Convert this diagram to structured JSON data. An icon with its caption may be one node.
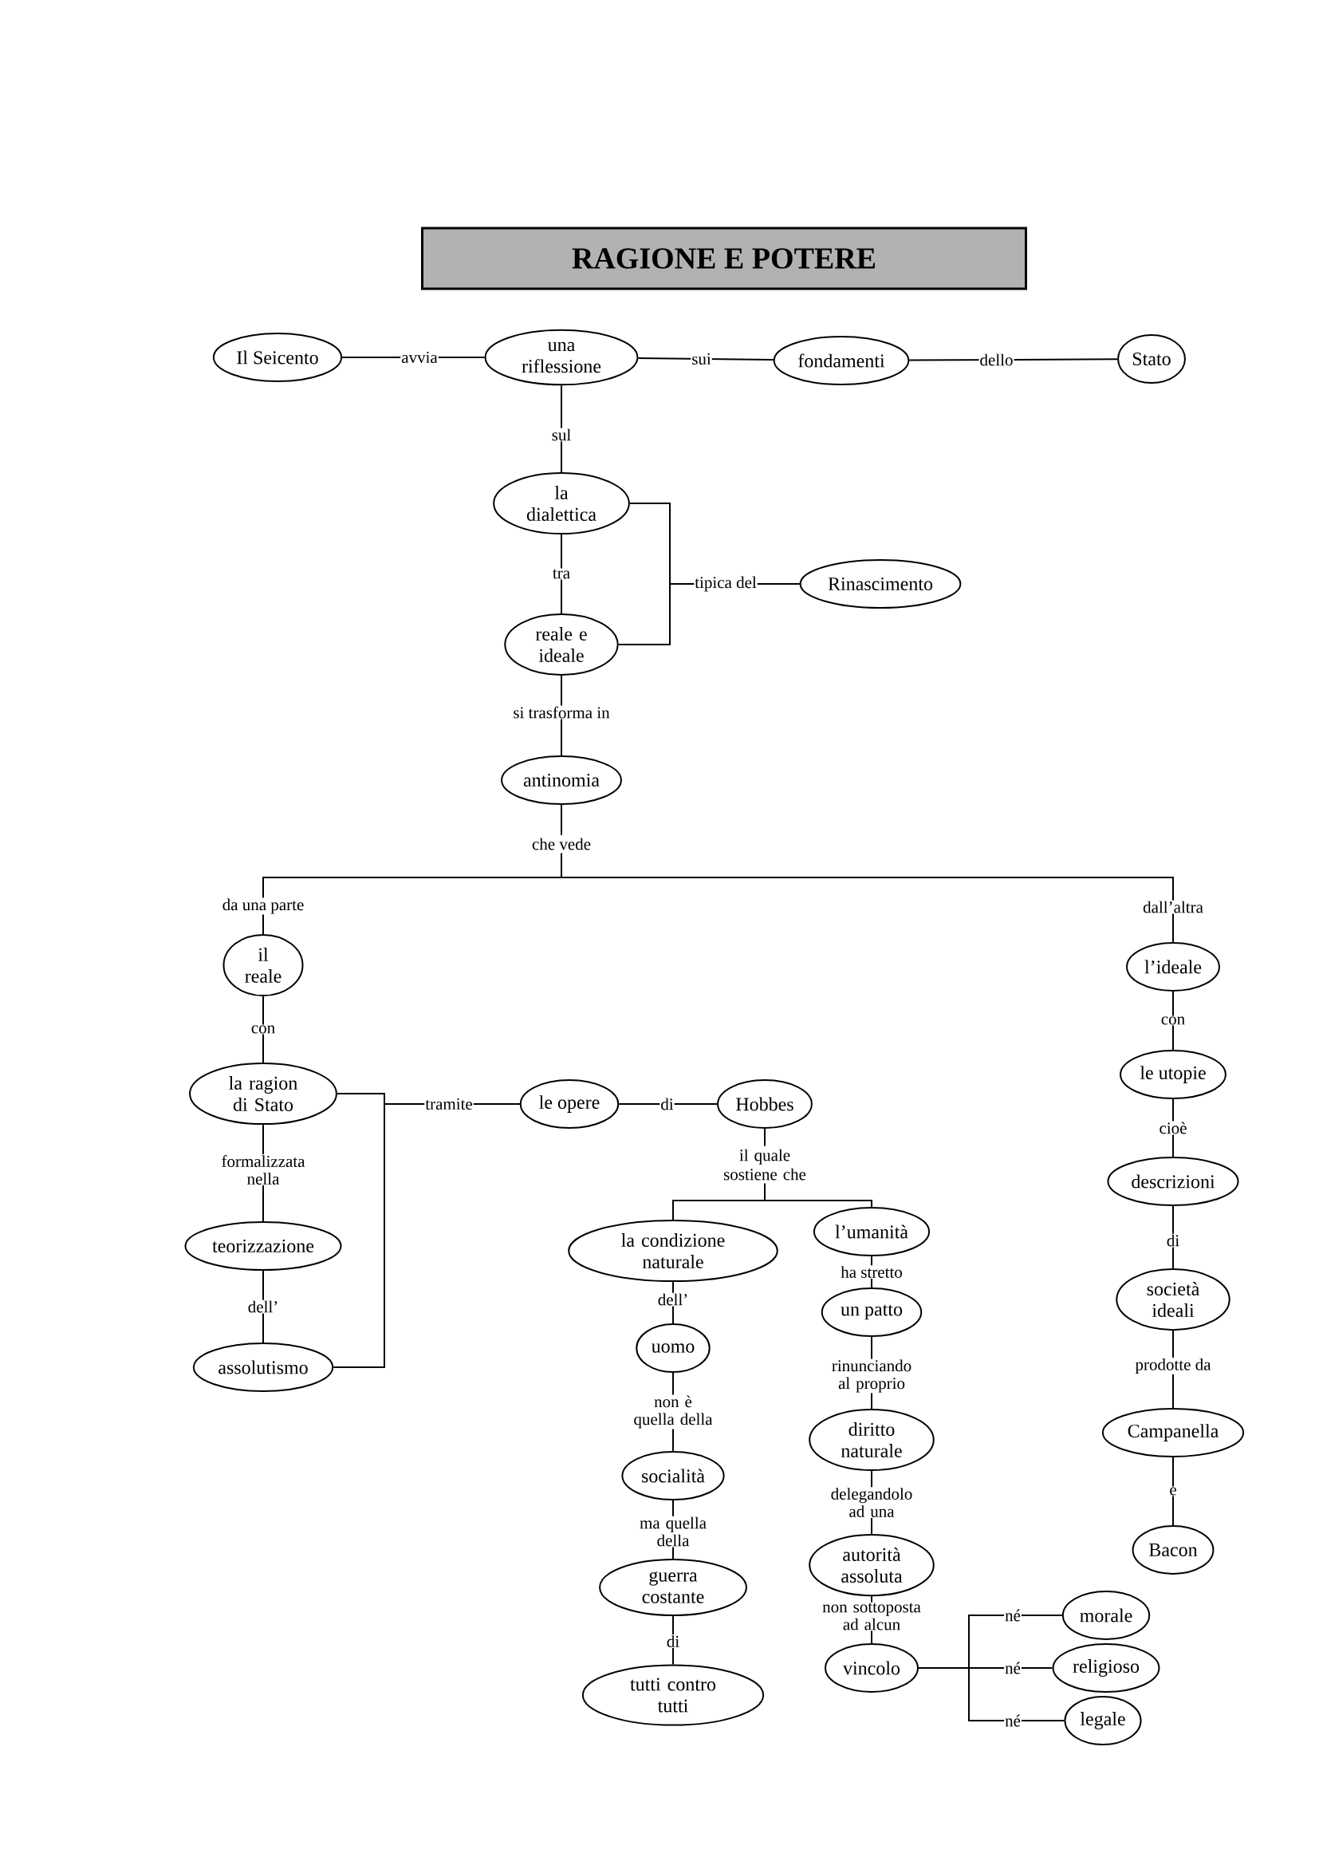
{
  "diagram": {
    "title": "RAGIONE E POTERE",
    "nodes": [
      {
        "text": [
          "Il Seicento"
        ]
      },
      {
        "text": [
          "una riflessione"
        ]
      },
      {
        "text": [
          "fondamenti"
        ]
      },
      {
        "text": [
          "Stato"
        ]
      },
      {
        "text": [
          "la dialettica"
        ]
      },
      {
        "text": [
          "reale e ideale"
        ]
      },
      {
        "text": [
          "Rinascimento"
        ]
      },
      {
        "text": [
          "antinomia"
        ]
      },
      {
        "text": [
          "il reale"
        ]
      },
      {
        "text": [
          "l’ideale"
        ]
      },
      {
        "text": [
          "la ragion di Stato"
        ]
      },
      {
        "text": [
          "teorizzazione"
        ]
      },
      {
        "text": [
          "assolutismo"
        ]
      },
      {
        "text": [
          "le opere"
        ]
      },
      {
        "text": [
          "Hobbes"
        ]
      },
      {
        "text": [
          "la condizione naturale"
        ]
      },
      {
        "text": [
          "l’umanità"
        ]
      },
      {
        "text": [
          "uomo"
        ]
      },
      {
        "text": [
          "socialità"
        ]
      },
      {
        "text": [
          "guerra costante"
        ]
      },
      {
        "text": [
          "tutti contro tutti"
        ]
      },
      {
        "text": [
          "un patto"
        ]
      },
      {
        "text": [
          "diritto naturale"
        ]
      },
      {
        "text": [
          "autorità assoluta"
        ]
      },
      {
        "text": [
          "vincolo"
        ]
      },
      {
        "text": [
          "morale"
        ]
      },
      {
        "text": [
          "religioso"
        ]
      },
      {
        "text": [
          "legale"
        ]
      },
      {
        "text": [
          "le utopie"
        ]
      },
      {
        "text": [
          "descrizioni"
        ]
      },
      {
        "text": [
          "società ideali"
        ]
      },
      {
        "text": [
          "Campanella"
        ]
      },
      {
        "text": [
          "Bacon"
        ]
      }
    ],
    "edges": [
      {
        "from": 0,
        "to": 1,
        "arrow": "none",
        "label": "avvia"
      },
      {
        "from": 1,
        "to": 2,
        "arrow": "none",
        "label": "sui"
      },
      {
        "from": 2,
        "to": 3,
        "arrow": "none",
        "label": "dello"
      },
      {
        "from": 1,
        "to": 4,
        "arrow": "none",
        "label": "sul"
      },
      {
        "from": 4,
        "to": 5,
        "arrow": "none",
        "label": "tra"
      },
      {
        "from": 4,
        "to": 6,
        "arrow": "none",
        "label": "tipica del"
      },
      {
        "from": 5,
        "to": 6,
        "arrow": "none"
      },
      {
        "from": 5,
        "to": 7,
        "arrow": "none",
        "label": "si trasforma in"
      },
      {
        "from": 7,
        "to": 8,
        "arrow": "none",
        "label": "da una parte"
      },
      {
        "from": 7,
        "to": 9,
        "arrow": "none",
        "label": "dall’altra"
      },
      {
        "from": 8,
        "to": 10,
        "arrow": "none",
        "label": "con"
      },
      {
        "from": 10,
        "to": 11,
        "arrow": "none",
        "label": "formalizzata nella"
      },
      {
        "from": 11,
        "to": 12,
        "arrow": "none",
        "label": "dell’"
      },
      {
        "from": 10,
        "to": 13,
        "arrow": "none",
        "label": "tramite"
      },
      {
        "from": 12,
        "to": 13,
        "arrow": "none"
      },
      {
        "from": 13,
        "to": 14,
        "arrow": "none",
        "label": "di"
      },
      {
        "from": 14,
        "to": 15,
        "arrow": "none"
      },
      {
        "from": 14,
        "to": 16,
        "arrow": "none"
      },
      {
        "from": 15,
        "to": 17,
        "arrow": "none",
        "label": "dell’"
      },
      {
        "from": 17,
        "to": 18,
        "arrow": "none",
        "label": "non è quella della"
      },
      {
        "from": 18,
        "to": 19,
        "arrow": "none",
        "label": "ma quella della"
      },
      {
        "from": 19,
        "to": 20,
        "arrow": "none",
        "label": "di"
      },
      {
        "from": 16,
        "to": 21,
        "arrow": "none",
        "label": "ha stretto"
      },
      {
        "from": 21,
        "to": 22,
        "arrow": "none",
        "label": "rinunciando al proprio"
      },
      {
        "from": 22,
        "to": 23,
        "arrow": "none",
        "label": "delegandolo ad una"
      },
      {
        "from": 23,
        "to": 24,
        "arrow": "none",
        "label": "non sottoposta ad alcun"
      },
      {
        "from": 24,
        "to": 25,
        "arrow": "none",
        "label": "né"
      },
      {
        "from": 24,
        "to": 26,
        "arrow": "none",
        "label": "né"
      },
      {
        "from": 24,
        "to": 27,
        "arrow": "none",
        "label": "né"
      },
      {
        "from": 9,
        "to": 28,
        "arrow": "none",
        "label": "con"
      },
      {
        "from": 28,
        "to": 29,
        "arrow": "none",
        "label": "cioè"
      },
      {
        "from": 29,
        "to": 30,
        "arrow": "none",
        "label": "di"
      },
      {
        "from": 30,
        "to": 31,
        "arrow": "none",
        "label": "prodotte da"
      },
      {
        "from": 31,
        "to": 32,
        "arrow": "none",
        "label": "e"
      }
    ],
    "labels": [
      "che vede",
      "il quale sostiene che"
    ]
  }
}
